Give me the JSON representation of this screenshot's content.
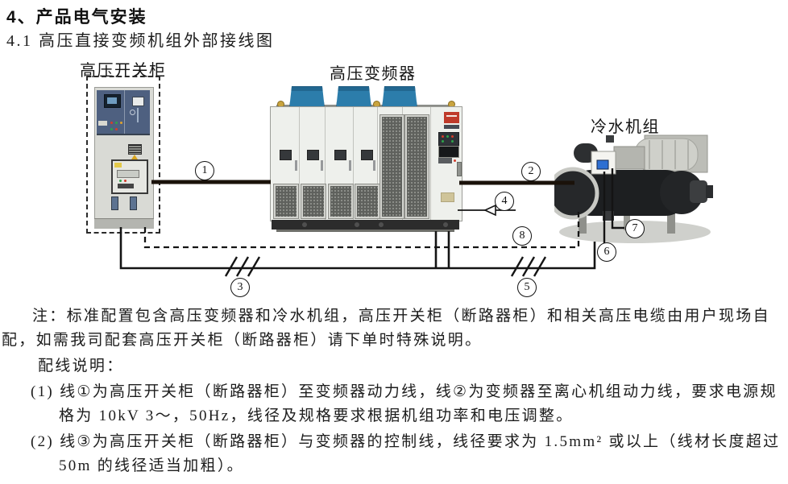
{
  "header": {
    "section_title": "4、产品电气安装",
    "subsection_title": "4.1 高压直接变频机组外部接线图"
  },
  "diagram": {
    "switchgear_label": "高压开关柜",
    "inverter_label": "高压变频器",
    "chiller_label": "冷水机组",
    "markers": [
      "1",
      "2",
      "3",
      "4",
      "5",
      "6",
      "7",
      "8"
    ]
  },
  "notes": {
    "lines": [
      "注：标准配置包含高压变频器和冷水机组，高压开关柜（断路器柜）和相关高压电缆由用户现场自",
      "配，如需我司配套高压开关柜（断路器柜）请下单时特殊说明。",
      "配线说明：",
      "(1) 线①为高压开关柜（断路器柜）至变频器动力线，线②为变频器至离心机组动力线，要求电源规",
      "格为 10kV 3～，50Hz，线径及规格要求根据机组功率和电压调整。",
      "(2) 线③为高压开关柜（断路器柜）与变频器的控制线，线径要求为 1.5mm² 或以上（线材长度超过",
      "50m 的线径适当加粗）。"
    ]
  },
  "colors": {
    "power_wire": "#1a120a",
    "control_wire": "#141414",
    "fan_blue": "#2c7dab",
    "panel_blue": "#4e6080",
    "logo_red": "#bf3a2b",
    "screen_blue": "#2e6fd2"
  }
}
